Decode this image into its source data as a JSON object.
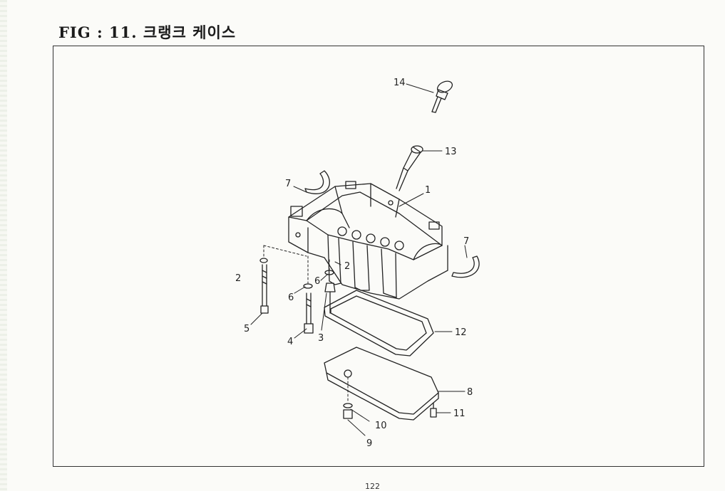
{
  "page": {
    "title": "FIG : 11. 크랭크 케이스",
    "page_number": "122"
  },
  "callouts": [
    {
      "id": "c14",
      "label": "14"
    },
    {
      "id": "c13",
      "label": "13"
    },
    {
      "id": "c1",
      "label": "1"
    },
    {
      "id": "c7a",
      "label": "7"
    },
    {
      "id": "c7b",
      "label": "7"
    },
    {
      "id": "c2a",
      "label": "2"
    },
    {
      "id": "c2b",
      "label": "2"
    },
    {
      "id": "c6a",
      "label": "6"
    },
    {
      "id": "c6b",
      "label": "6"
    },
    {
      "id": "c5",
      "label": "5"
    },
    {
      "id": "c4",
      "label": "4"
    },
    {
      "id": "c3",
      "label": "3"
    },
    {
      "id": "c12",
      "label": "12"
    },
    {
      "id": "c8",
      "label": "8"
    },
    {
      "id": "c11",
      "label": "11"
    },
    {
      "id": "c10",
      "label": "10"
    },
    {
      "id": "c9",
      "label": "9"
    }
  ]
}
